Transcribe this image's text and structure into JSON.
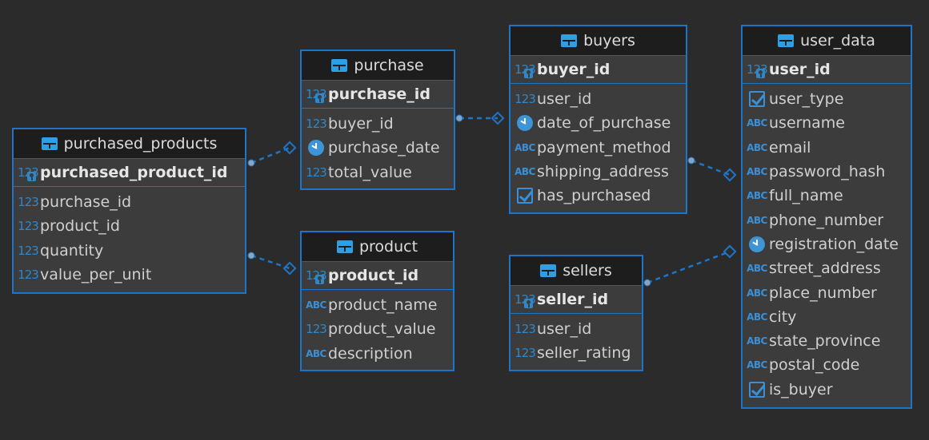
{
  "entities": [
    {
      "id": "purchased_products",
      "name": "purchased_products",
      "pk": {
        "name": "purchased_product_id",
        "icon": "key-number-icon"
      },
      "columns": [
        {
          "name": "purchase_id",
          "icon": "number-icon"
        },
        {
          "name": "product_id",
          "icon": "number-icon"
        },
        {
          "name": "quantity",
          "icon": "number-icon"
        },
        {
          "name": "value_per_unit",
          "icon": "number-icon"
        }
      ]
    },
    {
      "id": "purchase",
      "name": "purchase",
      "pk": {
        "name": "purchase_id",
        "icon": "key-number-icon"
      },
      "columns": [
        {
          "name": "buyer_id",
          "icon": "number-icon"
        },
        {
          "name": "purchase_date",
          "icon": "clock-icon"
        },
        {
          "name": "total_value",
          "icon": "number-icon"
        }
      ]
    },
    {
      "id": "product",
      "name": "product",
      "pk": {
        "name": "product_id",
        "icon": "key-number-icon"
      },
      "columns": [
        {
          "name": "product_name",
          "icon": "text-icon"
        },
        {
          "name": "product_value",
          "icon": "number-icon"
        },
        {
          "name": "description",
          "icon": "text-icon"
        }
      ]
    },
    {
      "id": "buyers",
      "name": "buyers",
      "pk": {
        "name": "buyer_id",
        "icon": "key-number-icon"
      },
      "columns": [
        {
          "name": "user_id",
          "icon": "number-icon"
        },
        {
          "name": "date_of_purchase",
          "icon": "clock-icon"
        },
        {
          "name": "payment_method",
          "icon": "text-icon"
        },
        {
          "name": "shipping_address",
          "icon": "text-icon"
        },
        {
          "name": "has_purchased",
          "icon": "checkbox-icon"
        }
      ]
    },
    {
      "id": "sellers",
      "name": "sellers",
      "pk": {
        "name": "seller_id",
        "icon": "key-number-icon"
      },
      "columns": [
        {
          "name": "user_id",
          "icon": "number-icon"
        },
        {
          "name": "seller_rating",
          "icon": "number-icon"
        }
      ]
    },
    {
      "id": "user_data",
      "name": "user_data",
      "pk": {
        "name": "user_id",
        "icon": "key-number-icon"
      },
      "columns": [
        {
          "name": "user_type",
          "icon": "checkbox-icon"
        },
        {
          "name": "username",
          "icon": "text-icon"
        },
        {
          "name": "email",
          "icon": "text-icon"
        },
        {
          "name": "password_hash",
          "icon": "text-icon"
        },
        {
          "name": "full_name",
          "icon": "text-icon"
        },
        {
          "name": "phone_number",
          "icon": "text-icon"
        },
        {
          "name": "registration_date",
          "icon": "clock-icon"
        },
        {
          "name": "street_address",
          "icon": "text-icon"
        },
        {
          "name": "place_number",
          "icon": "text-icon"
        },
        {
          "name": "city",
          "icon": "text-icon"
        },
        {
          "name": "state_province",
          "icon": "text-icon"
        },
        {
          "name": "postal_code",
          "icon": "text-icon"
        },
        {
          "name": "is_buyer",
          "icon": "checkbox-icon"
        }
      ]
    }
  ],
  "relationships": [
    {
      "from": "purchased_products",
      "to": "purchase"
    },
    {
      "from": "purchased_products",
      "to": "product"
    },
    {
      "from": "purchase",
      "to": "buyers"
    },
    {
      "from": "buyers",
      "to": "user_data"
    },
    {
      "from": "sellers",
      "to": "user_data"
    }
  ],
  "icon_glyphs": {
    "number": "123",
    "text": "ABC"
  },
  "colors": {
    "background": "#2b2b2b",
    "table_border": "#1e74c8",
    "table_body": "#3c3c3c",
    "table_header": "#1d1d1d",
    "icon_blue": "#2f86c9",
    "connector": "#1e74c8",
    "connector_dot": "#8aa4bd"
  }
}
